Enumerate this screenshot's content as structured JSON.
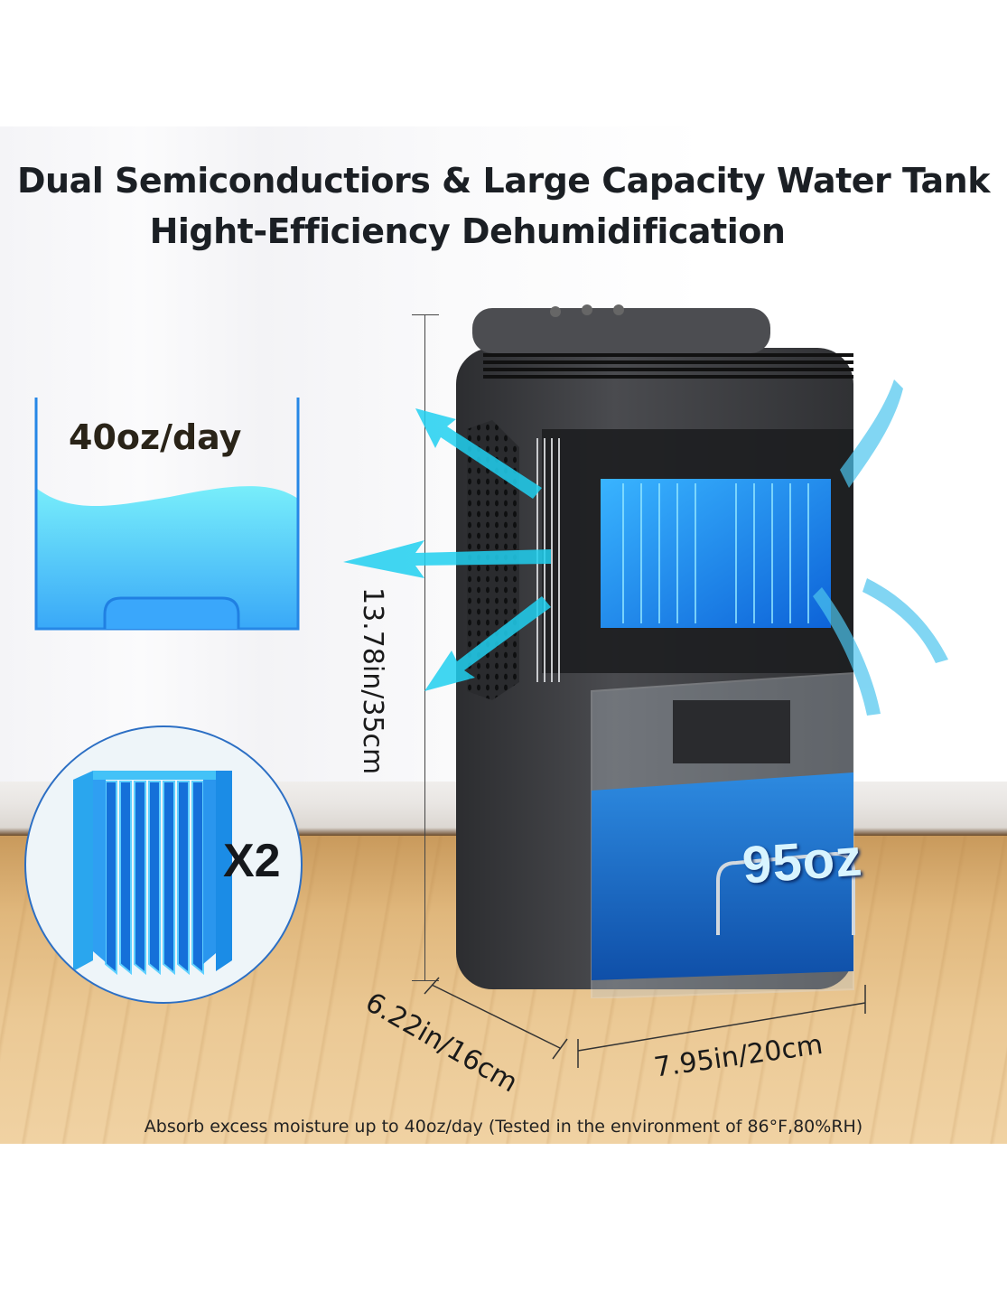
{
  "headline": {
    "line1": "Dual Semiconductiors & Large Capacity Water Tank",
    "line2": "Hight-Efficiency Dehumidification"
  },
  "daily_capacity": {
    "label": "40oz/day",
    "icon": "water-tank-icon"
  },
  "heatsink": {
    "count_label": "X2",
    "icon": "heatsink-icon"
  },
  "water_tank": {
    "label": "95oz"
  },
  "dimensions": {
    "height": "13.78in/35cm",
    "depth": "6.22in/16cm",
    "width": "7.95in/20cm"
  },
  "footnote": "Absorb excess moisture up to 40oz/day (Tested in the environment of 86°F,80%RH)",
  "colors": {
    "accent_blue": "#1e90ff",
    "water_light": "#6fe4f7",
    "airflow_cyan": "#1fd3f0",
    "device_body": "#3a3b3e",
    "title_text": "#1b1f24"
  }
}
